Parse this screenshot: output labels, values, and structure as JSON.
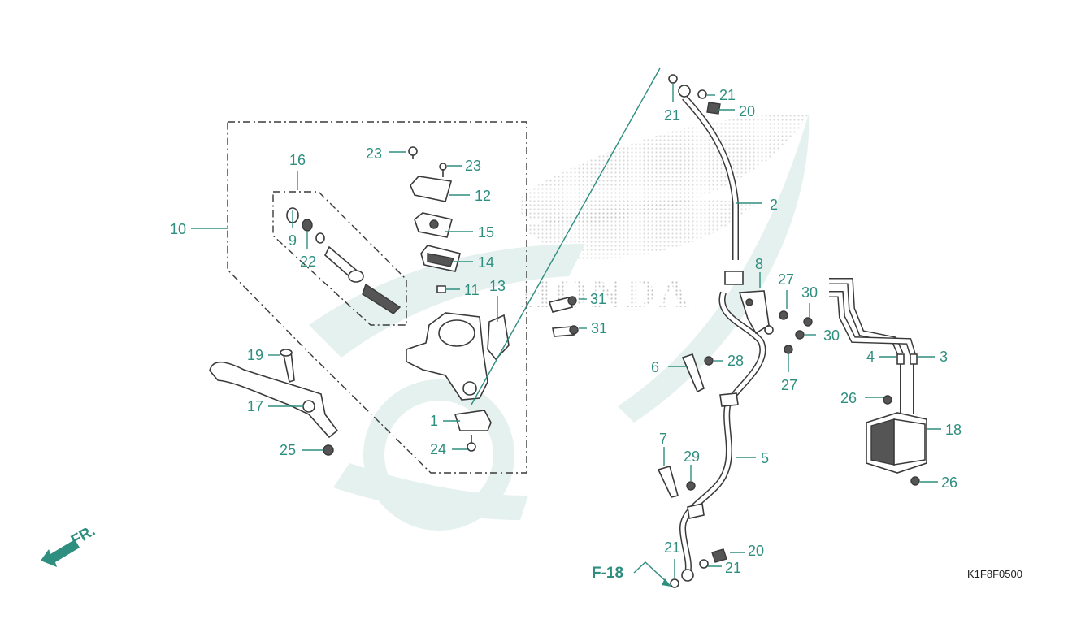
{
  "diagram_code": "K1F8F0500",
  "direction_label": "FR.",
  "reference_label": "F-18",
  "watermark_text": "HONDA",
  "colors": {
    "label": "#2e8e7f",
    "line": "#3a3a3a",
    "watermark": "#e4f1ee",
    "watermark_dots": "#b9b9b9"
  },
  "labels": {
    "p1": "1",
    "p2": "2",
    "p3": "3",
    "p4": "4",
    "p5": "5",
    "p6": "6",
    "p7": "7",
    "p8": "8",
    "p9": "9",
    "p10": "10",
    "p11": "11",
    "p12": "12",
    "p13": "13",
    "p14": "14",
    "p15": "15",
    "p16": "16",
    "p17": "17",
    "p18": "18",
    "p19": "19",
    "p20a": "20",
    "p20b": "20",
    "p21a": "21",
    "p21b": "21",
    "p21c": "21",
    "p21d": "21",
    "p22": "22",
    "p23a": "23",
    "p23b": "23",
    "p24": "24",
    "p25": "25",
    "p26a": "26",
    "p26b": "26",
    "p27a": "27",
    "p27b": "27",
    "p28": "28",
    "p29": "29",
    "p30a": "30",
    "p30b": "30",
    "p31a": "31",
    "p31b": "31"
  }
}
